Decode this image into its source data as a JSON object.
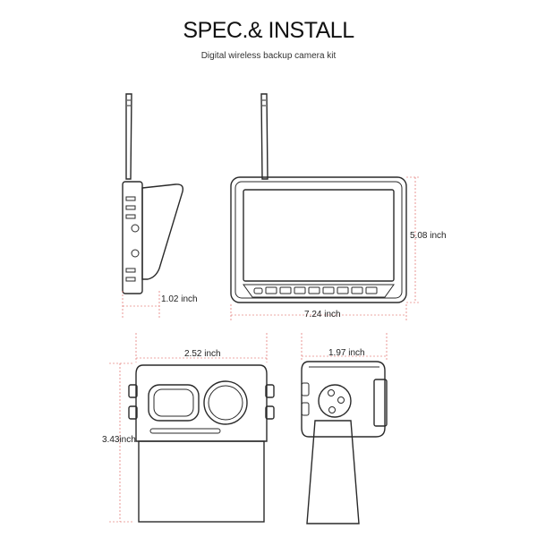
{
  "header": {
    "title": "SPEC.& INSTALL",
    "subtitle": "Digital wireless backup camera kit"
  },
  "dimensions": {
    "monitor_depth": "1.02 inch",
    "monitor_width": "7.24 inch",
    "monitor_height": "5.08 inch",
    "camera_width": "2.52 inch",
    "camera_height": "3.43inch",
    "camera_depth": "1.97 inch"
  },
  "colors": {
    "dimension_line": "#d9534f",
    "outline": "#2a2a2a"
  }
}
